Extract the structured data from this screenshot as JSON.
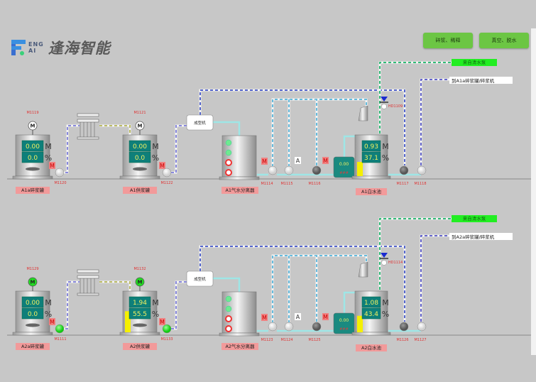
{
  "header": {
    "logo_en_top": "ENG",
    "logo_en_bottom": "AI",
    "logo_cn": "逢海智能",
    "buttons": [
      {
        "label": "碎浆、稀释"
      },
      {
        "label": "真空、脱水"
      }
    ]
  },
  "colors": {
    "background": "#c7c7c7",
    "display": "#0e7f7a",
    "value": "#f0f060",
    "tag": "#e05050",
    "label_bg": "#f29a9a",
    "green_label": "#22ee22",
    "running": "#22dd22"
  },
  "lines": [
    {
      "pulper": {
        "tag": "M1119",
        "label": "A1a碎浆罐",
        "mass": "0.00",
        "level": "0.0",
        "level_pct": 0,
        "motor_running": false
      },
      "pulper_pump": {
        "tag": "M1120",
        "mode": "M",
        "running": false
      },
      "feed_tank": {
        "tag": "M1121",
        "label": "A1供浆罐",
        "mass": "0.00",
        "level": "0.0",
        "level_pct": 0,
        "motor_running": false
      },
      "feed_pump": {
        "tag": "M1122",
        "mode": "M",
        "running": false
      },
      "former": {
        "label": "成型机"
      },
      "separator": {
        "label": "A1气水分离器",
        "lights": [
          "green",
          "green",
          "red",
          "red"
        ]
      },
      "pumps": [
        {
          "tag": "M1114",
          "mode": "M",
          "state": "white"
        },
        {
          "tag": "M1115",
          "mode": "A",
          "state": "white"
        },
        {
          "tag": "M1116",
          "mode": "M",
          "state": "gray"
        }
      ],
      "small_tank": {
        "mass": "0.00",
        "level": "###"
      },
      "white_water": {
        "label": "A1白水池",
        "mass": "0.93",
        "level": "37.1",
        "level_pct": 37
      },
      "right_pumps": [
        {
          "tag": "M1117",
          "state": "gray"
        },
        {
          "tag": "M1118",
          "state": "white"
        }
      ],
      "valve": {
        "tag": "HD1109"
      },
      "from_label": "来自清水泵",
      "to_label": "到A1a碎浆罐/碎浆机",
      "unit_m": "M",
      "unit_pct": "%"
    },
    {
      "pulper": {
        "tag": "M1129",
        "label": "A2a碎浆罐",
        "mass": "0.00",
        "level": "0.0",
        "level_pct": 0,
        "motor_running": true
      },
      "pulper_pump": {
        "tag": "M1111",
        "mode": "M",
        "running": true
      },
      "feed_tank": {
        "tag": "M1132",
        "label": "A2供浆罐",
        "mass": "1.94",
        "level": "55.5",
        "level_pct": 55,
        "motor_running": true
      },
      "feed_pump": {
        "tag": "M1133",
        "mode": "M",
        "running": true
      },
      "former": {
        "label": "成型机"
      },
      "separator": {
        "label": "A2气水分离器",
        "lights": [
          "green",
          "green",
          "red",
          "red"
        ]
      },
      "pumps": [
        {
          "tag": "M1123",
          "mode": "M",
          "state": "white"
        },
        {
          "tag": "M1124",
          "mode": "A",
          "state": "white"
        },
        {
          "tag": "M1125",
          "mode": "M",
          "state": "gray"
        }
      ],
      "small_tank": {
        "mass": "0.00",
        "level": "###"
      },
      "white_water": {
        "label": "A2白水池",
        "mass": "1.08",
        "level": "43.4",
        "level_pct": 43
      },
      "right_pumps": [
        {
          "tag": "M1126",
          "state": "gray"
        },
        {
          "tag": "M1127",
          "state": "white"
        }
      ],
      "valve": {
        "tag": "HD1114"
      },
      "from_label": "来自清水泵",
      "to_label": "到A2a碎浆罐/碎浆机",
      "unit_m": "M",
      "unit_pct": "%"
    }
  ]
}
